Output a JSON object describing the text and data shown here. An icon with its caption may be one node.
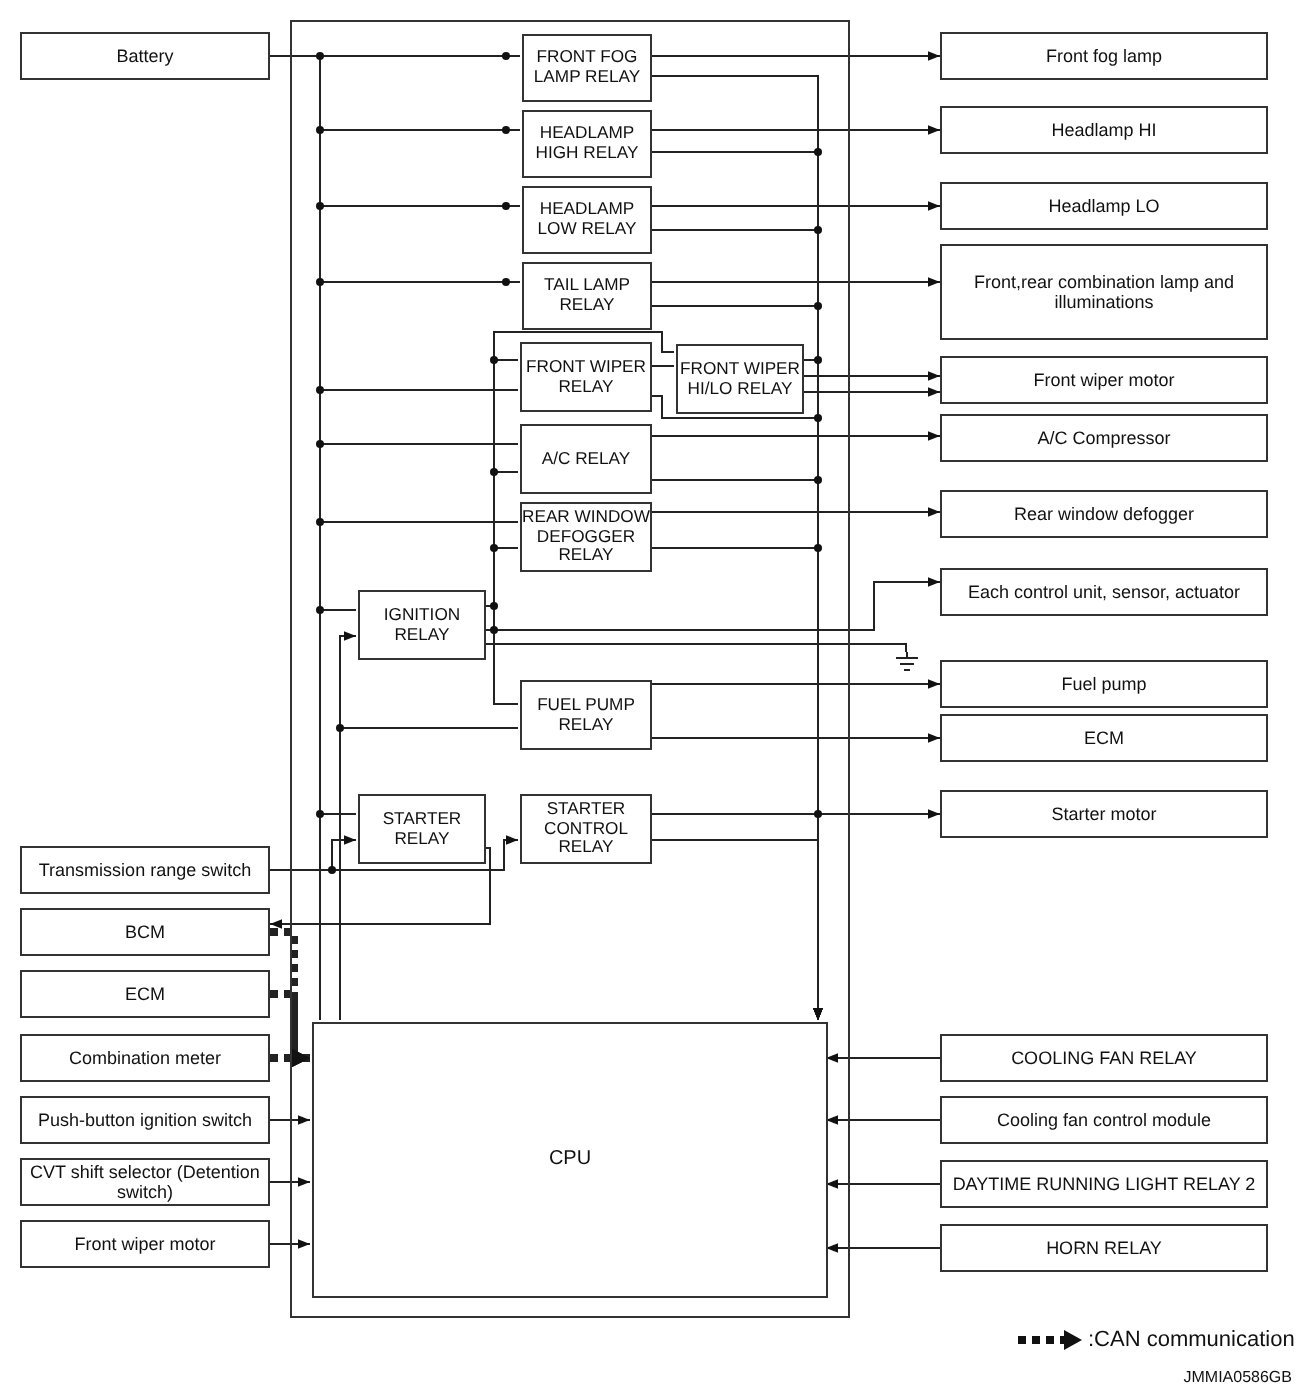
{
  "diagram": {
    "nodes": [
      {
        "text": [],
        "shape": "box"
      },
      {
        "text": [
          "FRONT FOG LAMP RELAY"
        ],
        "in": 0
      },
      {
        "text": [
          "HEADLAMP HIGH RELAY"
        ],
        "in": 0
      },
      {
        "text": [
          "HEADLAMP LOW RELAY"
        ],
        "in": 0
      },
      {
        "text": [
          "TAIL LAMP RELAY"
        ],
        "in": 0
      },
      {
        "text": [
          "FRONT WIPER RELAY"
        ],
        "in": 0
      },
      {
        "text": [
          "FRONT WIPER HI/LO RELAY"
        ],
        "in": 0
      },
      {
        "text": [
          "A/C RELAY"
        ],
        "in": 0
      },
      {
        "text": [
          "REAR WINDOW DEFOGGER RELAY"
        ],
        "in": 0
      },
      {
        "text": [
          "IGNITION RELAY"
        ],
        "in": 0
      },
      {
        "text": [
          "FUEL PUMP RELAY"
        ],
        "in": 0
      },
      {
        "text": [
          "STARTER RELAY"
        ],
        "in": 0
      },
      {
        "text": [
          "STARTER CONTROL RELAY"
        ],
        "in": 0
      },
      {
        "text": [
          "CPU"
        ],
        "in": 0
      },
      {
        "text": [
          "Battery"
        ]
      },
      {
        "text": [
          "Transmission range switch"
        ]
      },
      {
        "text": [
          "BCM"
        ]
      },
      {
        "text": [
          "ECM"
        ]
      },
      {
        "text": [
          "Combination meter"
        ]
      },
      {
        "text": [
          "Push-button ignition switch"
        ]
      },
      {
        "text": [
          "CVT shift selector (Detention switch)"
        ]
      },
      {
        "text": [
          "Front wiper motor"
        ]
      },
      {
        "text": [
          "Front fog lamp"
        ]
      },
      {
        "text": [
          "Headlamp HI"
        ]
      },
      {
        "text": [
          "Headlamp LO"
        ]
      },
      {
        "text": [
          "Front,rear combination lamp and illuminations"
        ]
      },
      {
        "text": [
          "Front wiper motor"
        ]
      },
      {
        "text": [
          "A/C Compressor"
        ]
      },
      {
        "text": [
          "Rear window defogger"
        ]
      },
      {
        "text": [
          "Each control unit, sensor, actuator"
        ]
      },
      {
        "text": [
          "Fuel pump"
        ]
      },
      {
        "text": [
          "ECM"
        ]
      },
      {
        "text": [
          "Starter motor"
        ]
      },
      {
        "text": [
          "COOLING FAN RELAY"
        ]
      },
      {
        "text": [
          "Cooling fan control module"
        ]
      },
      {
        "text": [
          "DAYTIME RUNNING LIGHT RELAY 2"
        ]
      },
      {
        "text": [
          "HORN RELAY"
        ]
      },
      {
        "text": [],
        "shape": "ground"
      }
    ],
    "edges": [
      {
        "from": 14,
        "to": 1,
        "arrow": "none"
      },
      {
        "from": 14,
        "to": 2,
        "arrow": "none"
      },
      {
        "from": 14,
        "to": 3,
        "arrow": "none"
      },
      {
        "from": 14,
        "to": 4,
        "arrow": "none"
      },
      {
        "from": 14,
        "to": 5,
        "arrow": "none"
      },
      {
        "from": 14,
        "to": 7,
        "arrow": "none"
      },
      {
        "from": 14,
        "to": 8,
        "arrow": "none"
      },
      {
        "from": 14,
        "to": 9,
        "arrow": "none"
      },
      {
        "from": 14,
        "to": 11,
        "arrow": "none"
      },
      {
        "from": 14,
        "to": 13,
        "arrow": "none"
      },
      {
        "from": 1,
        "to": 22,
        "arrow": "to"
      },
      {
        "from": 2,
        "to": 23,
        "arrow": "to"
      },
      {
        "from": 3,
        "to": 24,
        "arrow": "to"
      },
      {
        "from": 4,
        "to": 25,
        "arrow": "to"
      },
      {
        "from": 6,
        "to": 26,
        "arrow": "to"
      },
      {
        "from": 6,
        "to": 26,
        "arrow": "to"
      },
      {
        "from": 5,
        "to": 6,
        "arrow": "none"
      },
      {
        "from": 7,
        "to": 27,
        "arrow": "to"
      },
      {
        "from": 8,
        "to": 28,
        "arrow": "to"
      },
      {
        "from": 9,
        "to": 29,
        "arrow": "to"
      },
      {
        "from": 9,
        "to": 37,
        "arrow": "none"
      },
      {
        "from": 10,
        "to": 30,
        "arrow": "to"
      },
      {
        "from": 10,
        "to": 31,
        "arrow": "to"
      },
      {
        "from": 12,
        "to": 32,
        "arrow": "to"
      },
      {
        "from": 1,
        "to": 13,
        "arrow": "to"
      },
      {
        "from": 2,
        "to": 13,
        "arrow": "to"
      },
      {
        "from": 3,
        "to": 13,
        "arrow": "to"
      },
      {
        "from": 4,
        "to": 13,
        "arrow": "to"
      },
      {
        "from": 6,
        "to": 13,
        "arrow": "to"
      },
      {
        "from": 5,
        "to": 13,
        "arrow": "to"
      },
      {
        "from": 7,
        "to": 13,
        "arrow": "to"
      },
      {
        "from": 8,
        "to": 13,
        "arrow": "to"
      },
      {
        "from": 12,
        "to": 13,
        "arrow": "to"
      },
      {
        "from": 9,
        "to": 5,
        "arrow": "none"
      },
      {
        "from": 9,
        "to": 6,
        "arrow": "none"
      },
      {
        "from": 9,
        "to": 7,
        "arrow": "none"
      },
      {
        "from": 9,
        "to": 8,
        "arrow": "none"
      },
      {
        "from": 9,
        "to": 10,
        "arrow": "none"
      },
      {
        "from": 13,
        "to": 9,
        "arrow": "to"
      },
      {
        "from": 13,
        "to": 10,
        "arrow": "none"
      },
      {
        "from": 15,
        "to": 11,
        "arrow": "to"
      },
      {
        "from": 15,
        "to": 12,
        "arrow": "to"
      },
      {
        "from": 11,
        "to": 16,
        "arrow": "to"
      },
      {
        "from": 16,
        "to": 13,
        "arrow": "to",
        "style": "dashed"
      },
      {
        "from": 17,
        "to": 13,
        "arrow": "to",
        "style": "dashed"
      },
      {
        "from": 18,
        "to": 13,
        "arrow": "to",
        "style": "dashed"
      },
      {
        "from": 19,
        "to": 13,
        "arrow": "to"
      },
      {
        "from": 20,
        "to": 13,
        "arrow": "to"
      },
      {
        "from": 21,
        "to": 13,
        "arrow": "to"
      },
      {
        "from": 33,
        "to": 13,
        "arrow": "to"
      },
      {
        "from": 34,
        "to": 13,
        "arrow": "to"
      },
      {
        "from": 35,
        "to": 13,
        "arrow": "to"
      },
      {
        "from": 36,
        "to": 13,
        "arrow": "to"
      }
    ],
    "labels": [
      "JMMIA0586GB"
    ],
    "legend": [
      {
        "text": ":CAN communication"
      }
    ]
  }
}
